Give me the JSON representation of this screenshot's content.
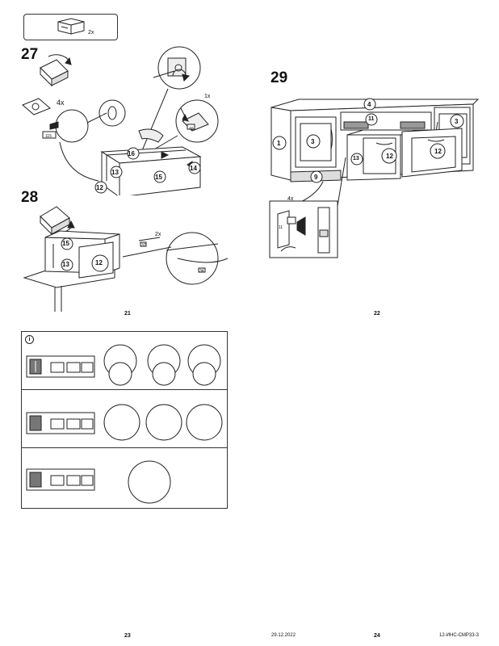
{
  "top_box": {
    "quantity": "2x"
  },
  "steps": {
    "s27": {
      "number": "27",
      "qty_a": "4x",
      "qty_b": "1x",
      "part_a": "115",
      "part_b": "40",
      "labels": [
        "16",
        "13",
        "14",
        "15",
        "12"
      ]
    },
    "s28": {
      "number": "28",
      "qty": "2x",
      "part_a": "37",
      "part_b": "34",
      "labels": [
        "15",
        "13",
        "12"
      ]
    },
    "s29": {
      "number": "29",
      "qty": "4x",
      "part": "11",
      "labels": [
        "4",
        "11",
        "1",
        "3",
        "3",
        "12",
        "12",
        "13",
        "9"
      ]
    }
  },
  "info_panel": {
    "icon": "info-icon"
  },
  "footer": {
    "page_21": "21",
    "page_22": "22",
    "page_23": "23",
    "page_24": "24",
    "date": "29.12.2022",
    "code": "12-ИНС-СМР33-3"
  }
}
